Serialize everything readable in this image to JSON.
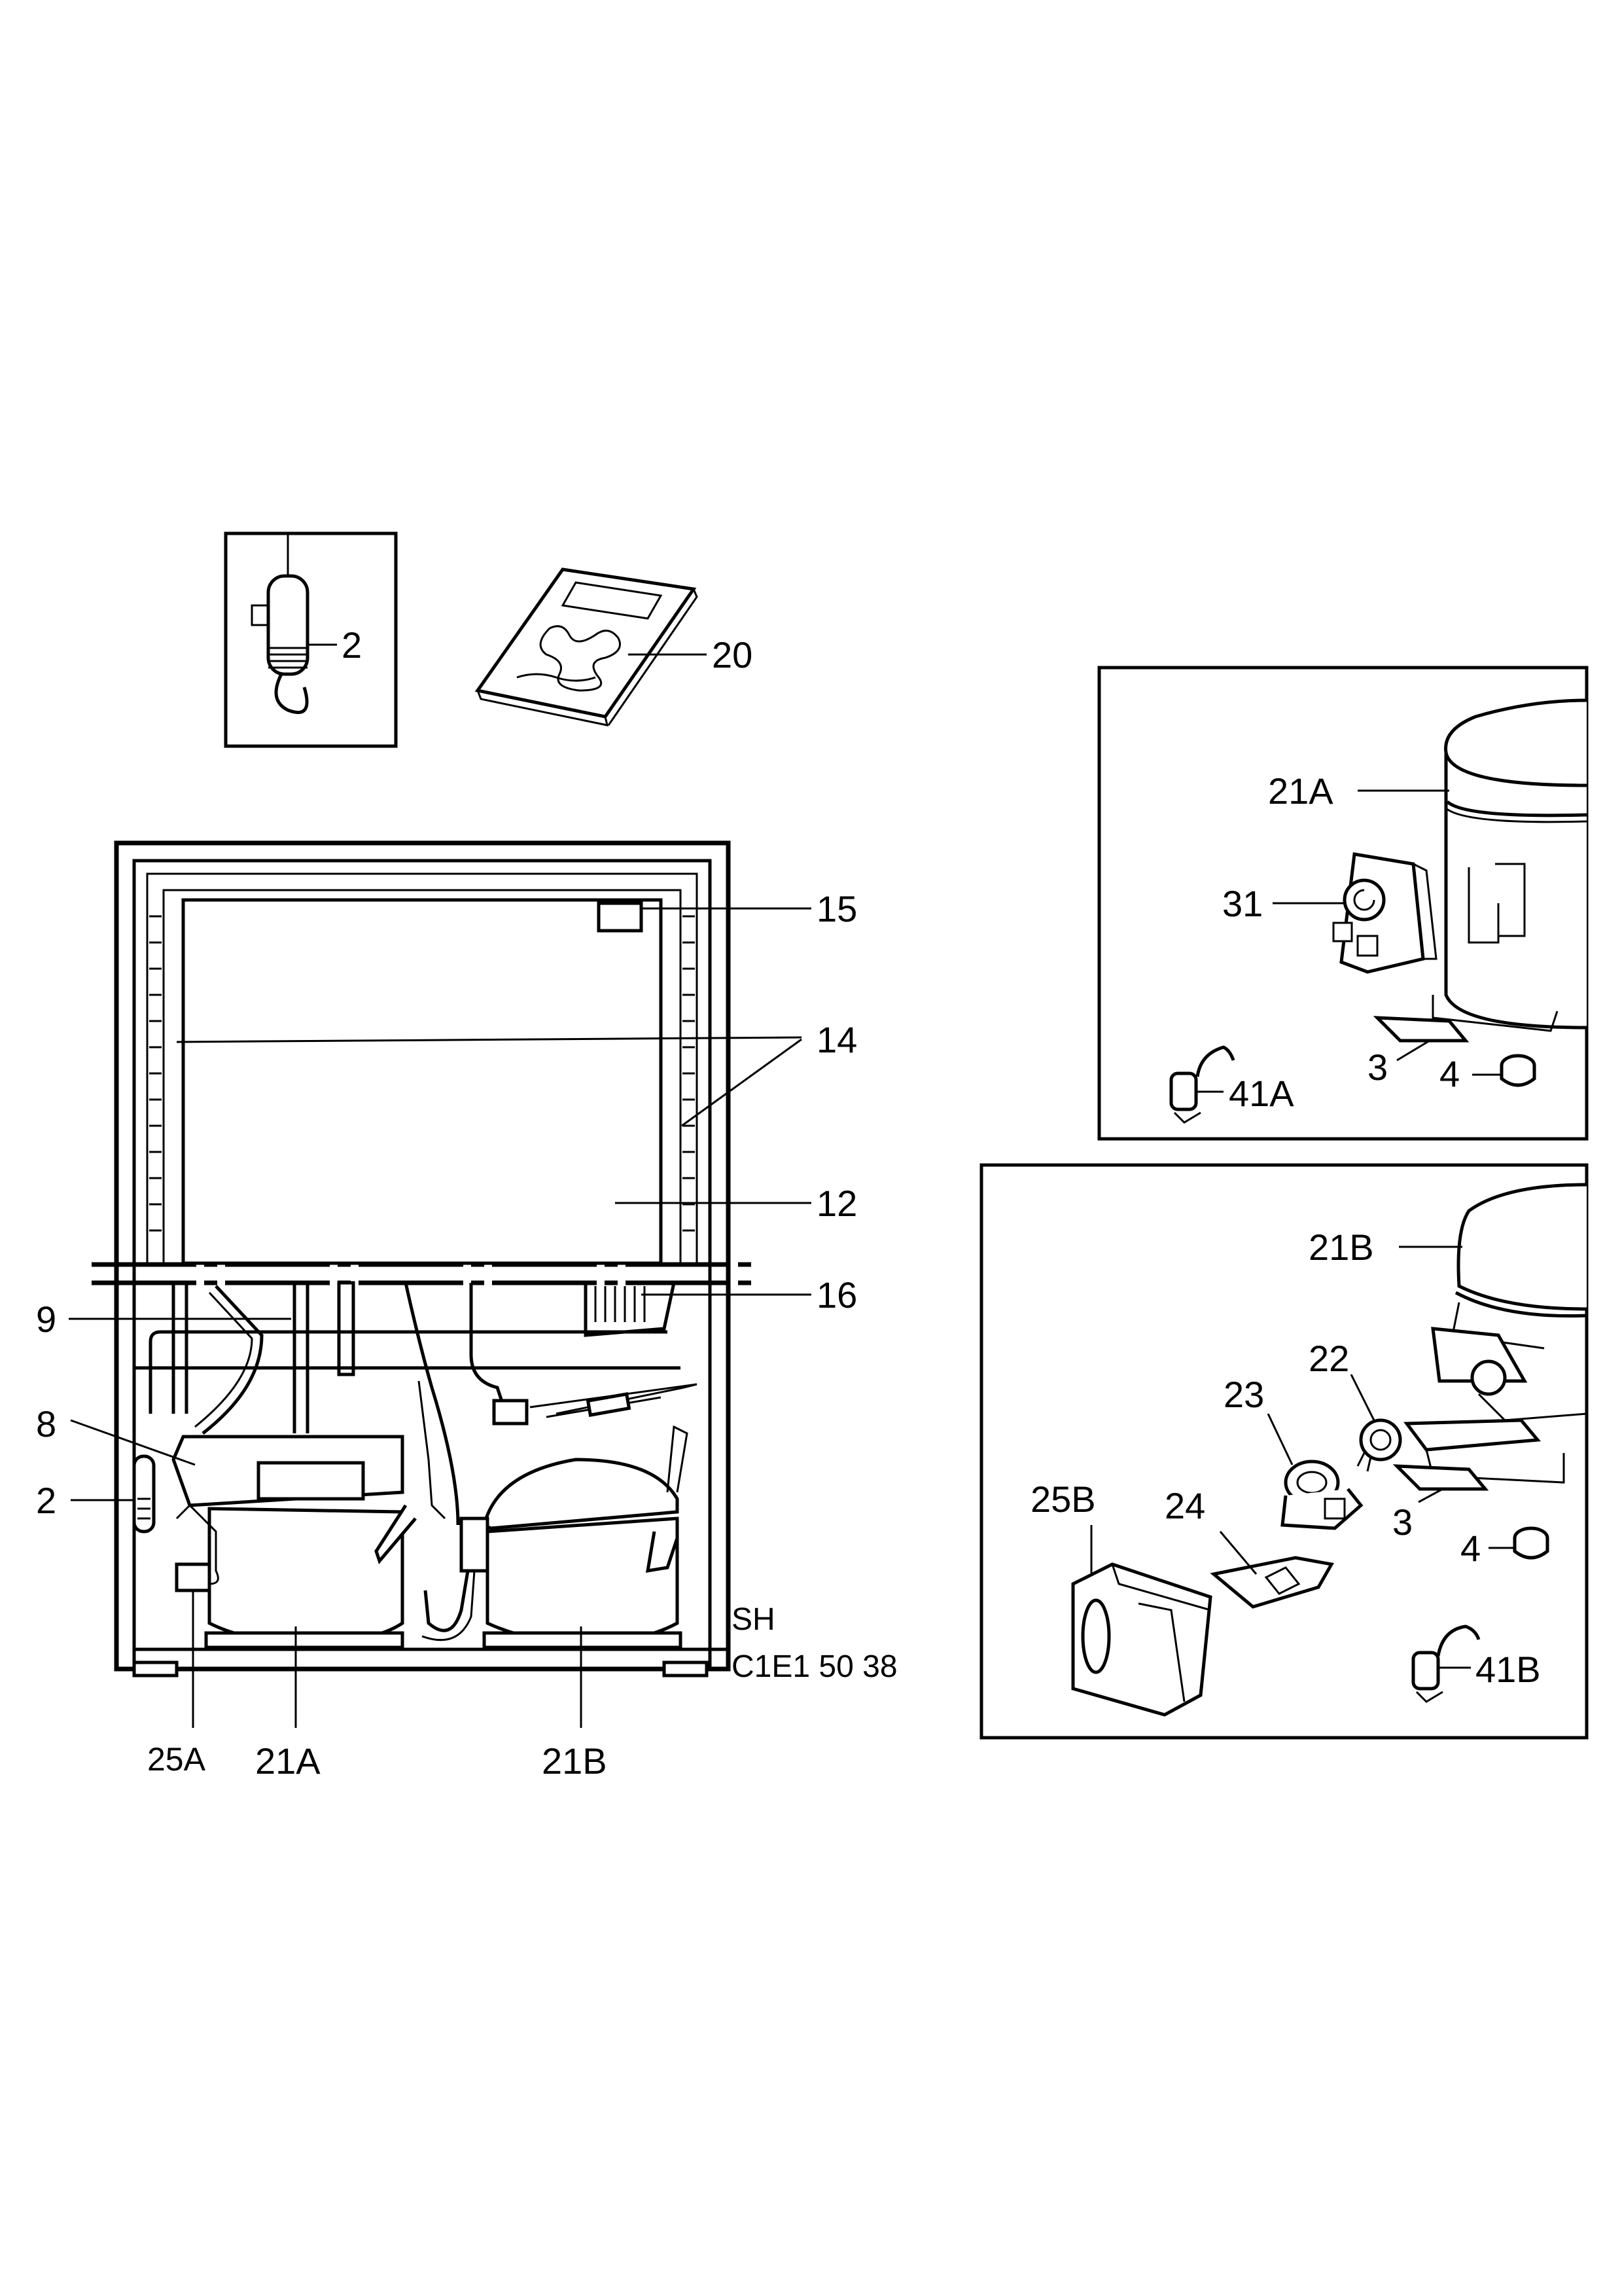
{
  "callouts": {
    "thermostat_box": {
      "item": "2"
    },
    "manual": {
      "item": "20"
    },
    "cabinet": {
      "lamp": "15",
      "liner": "14",
      "inner": "12",
      "pipe": "16",
      "tube_9": "9",
      "tube_8": "8",
      "sensor_2": "2",
      "relay_25a": "25A",
      "comp_21a": "21A",
      "comp_21b": "21B"
    },
    "drawing_code": {
      "line1": "SH",
      "line2": "C1E1 50 38"
    },
    "panel_a": {
      "compressor": "21A",
      "relay": "31",
      "capacitor": "41A",
      "bracket": "3",
      "grommet": "4"
    },
    "panel_b": {
      "compressor": "21B",
      "overload": "22",
      "relay": "23",
      "cover": "25B",
      "clip": "24",
      "bracket": "3",
      "grommet": "4",
      "capacitor": "41B"
    }
  }
}
